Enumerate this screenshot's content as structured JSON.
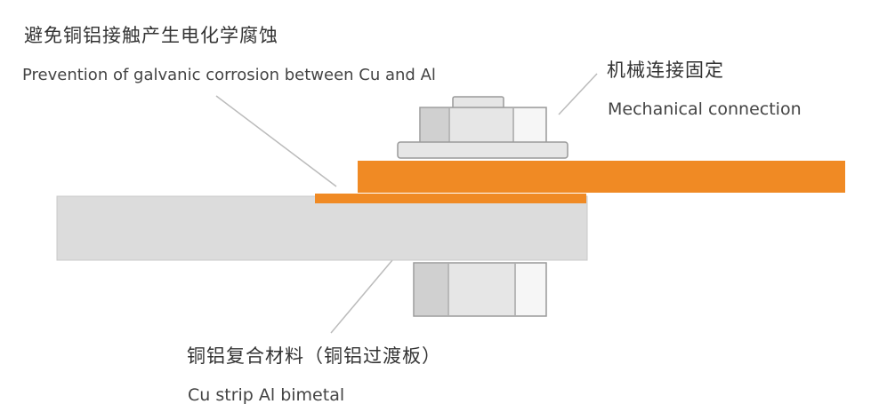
{
  "labels": {
    "galvanic": {
      "cn": "避免铜铝接触产生电化学腐蚀",
      "en": "Prevention of galvanic corrosion between Cu and Al"
    },
    "mechanical": {
      "cn": "机械连接固定",
      "en": "Mechanical connection"
    },
    "bimetal": {
      "cn": "铜铝复合材料（铜铝过渡板）",
      "en": "Cu strip Al bimetal"
    }
  },
  "colors": {
    "copper": "#f08a24",
    "aluminum": "#dcdcdc",
    "nut_light": "#e8e8e8",
    "nut_dark": "#cfcfcf",
    "nut_face": "#f6f6f6",
    "outline": "#9a9a9a",
    "leader": "#bbbbbb",
    "text": "#333333"
  }
}
